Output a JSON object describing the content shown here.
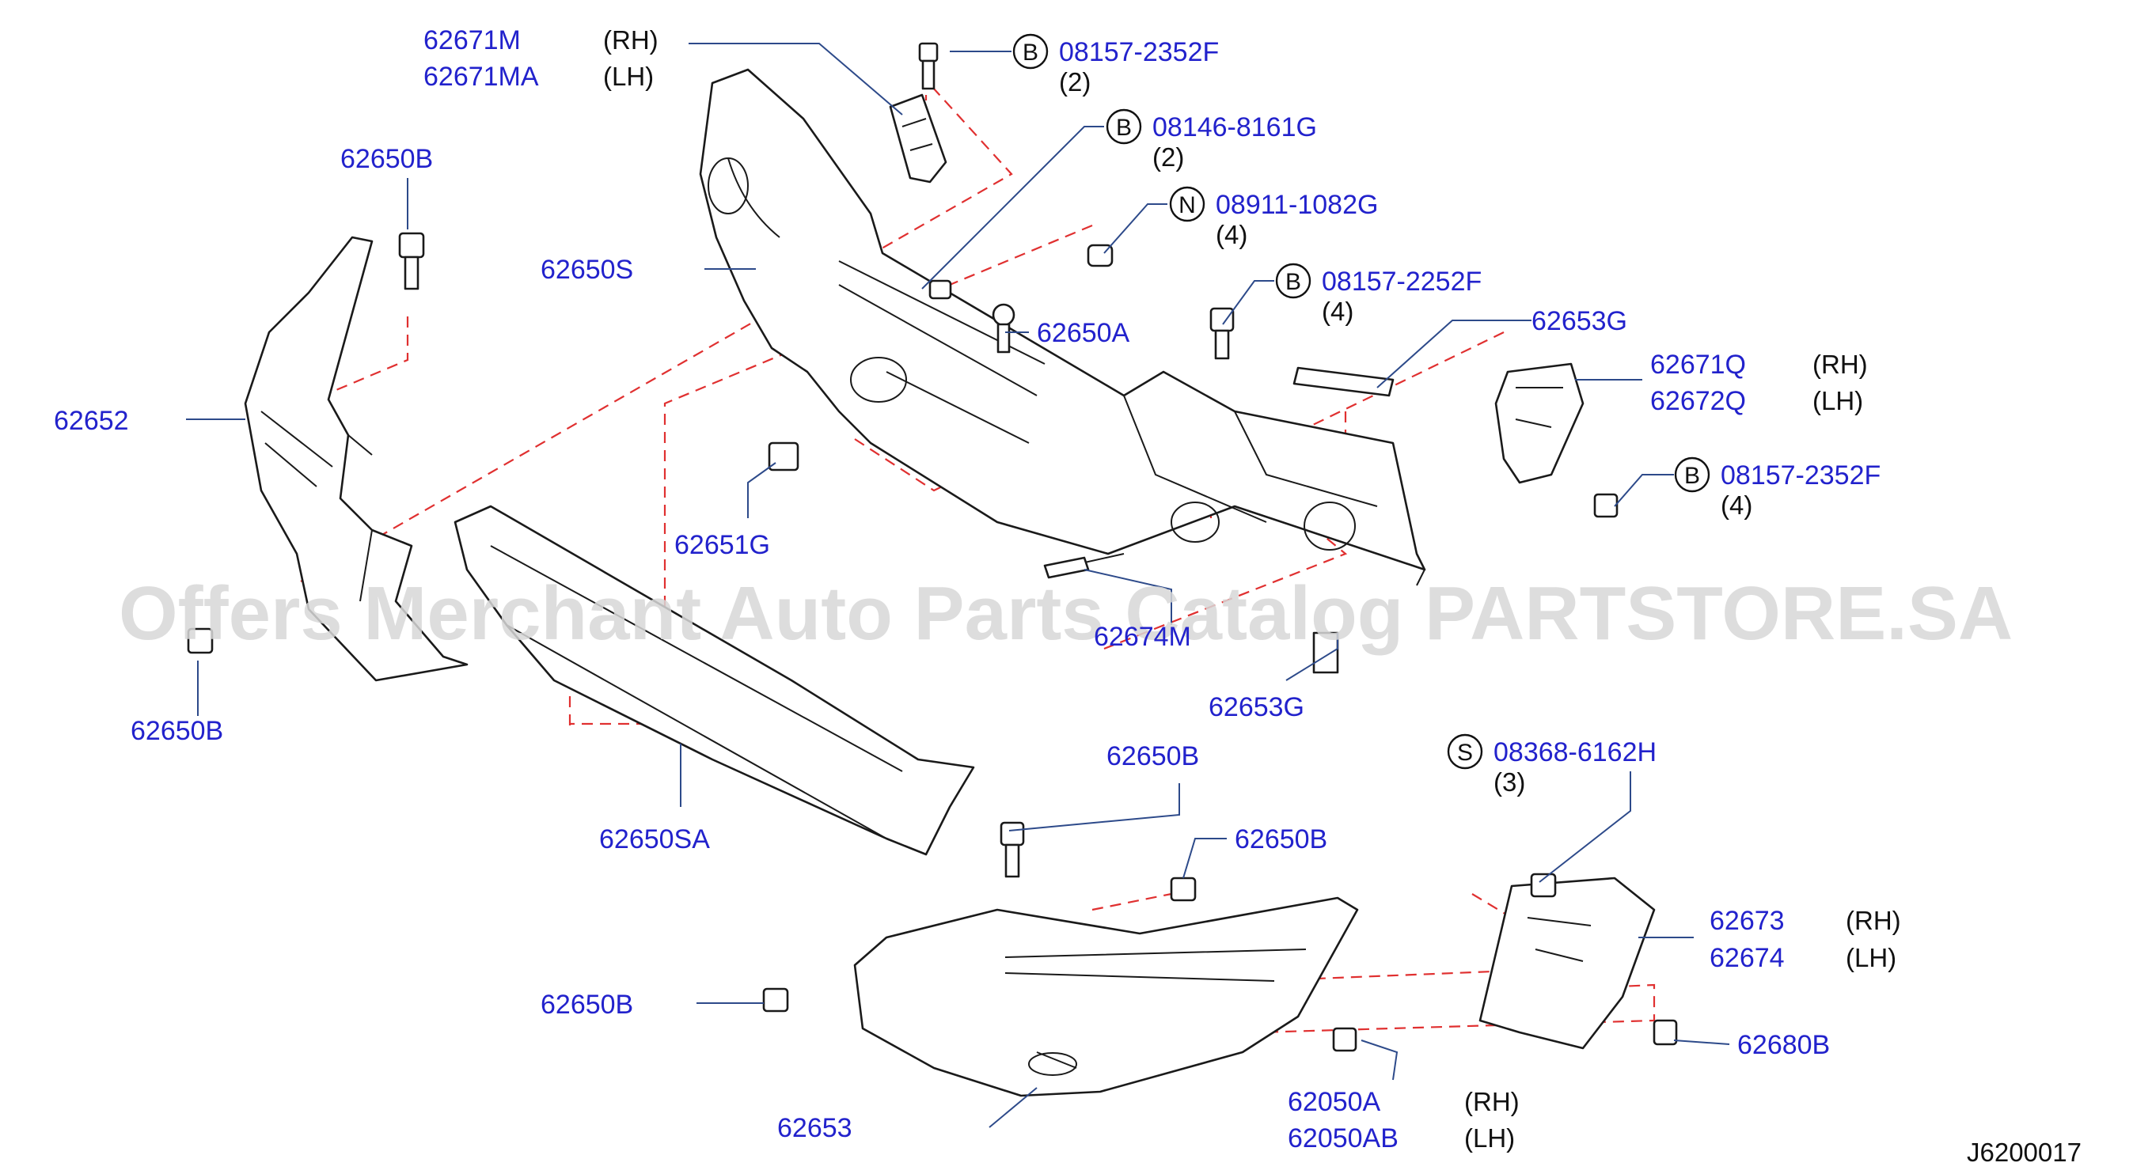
{
  "watermark": "Offers Merchant Auto Parts Catalog PARTSTORE.SA",
  "diagram_code": "J6200017",
  "colors": {
    "part_number": "#2222cc",
    "dash": "#e03030",
    "leader": "#2d4a8a"
  },
  "labels": {
    "p62671M": "62671M",
    "p62671M_side": "(RH)",
    "p62671MA": "62671MA",
    "p62671MA_side": "(LH)",
    "p08157_2352F_a": "08157-2352F",
    "p08157_2352F_a_qty": "(2)",
    "p08157_2352F_a_sym": "B",
    "p08146_8161G": "08146-8161G",
    "p08146_8161G_qty": "(2)",
    "p08146_8161G_sym": "B",
    "p08911_1082G": "08911-1082G",
    "p08911_1082G_qty": "(4)",
    "p08911_1082G_sym": "N",
    "p08157_2252F": "08157-2252F",
    "p08157_2252F_qty": "(4)",
    "p08157_2252F_sym": "B",
    "p62650B_top": "62650B",
    "p62650S": "62650S",
    "p62650A": "62650A",
    "p62653G_top": "62653G",
    "p62652": "62652",
    "p62671Q": "62671Q",
    "p62671Q_side": "(RH)",
    "p62672Q": "62672Q",
    "p62672Q_side": "(LH)",
    "p08157_2352F_b": "08157-2352F",
    "p08157_2352F_b_qty": "(4)",
    "p08157_2352F_b_sym": "B",
    "p62651G": "62651G",
    "p62674M": "62674M",
    "p62650B_left": "62650B",
    "p62653G_bottom": "62653G",
    "p08368_6162H": "08368-6162H",
    "p08368_6162H_qty": "(3)",
    "p08368_6162H_sym": "S",
    "p62650B_mid": "62650B",
    "p62650SA": "62650SA",
    "p62650B_right": "62650B",
    "p62673": "62673",
    "p62673_side": "(RH)",
    "p62674": "62674",
    "p62674_side": "(LH)",
    "p62650B_lower": "62650B",
    "p62680B": "62680B",
    "p62653": "62653",
    "p62050A": "62050A",
    "p62050A_side": "(RH)",
    "p62050AB": "62050AB",
    "p62050AB_side": "(LH)"
  }
}
